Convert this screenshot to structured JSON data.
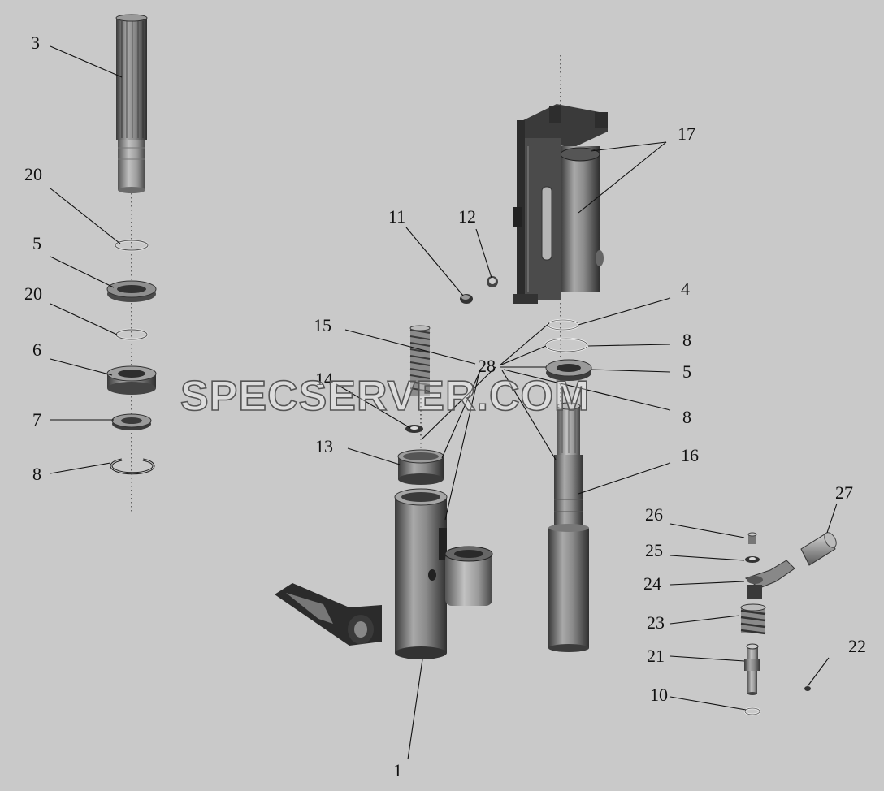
{
  "watermark": "SPECSERVER.COM",
  "callouts": {
    "c1": "1",
    "c3": "3",
    "c4": "4",
    "c5a": "5",
    "c5b": "5",
    "c6": "6",
    "c7": "7",
    "c8a": "8",
    "c8b": "8",
    "c8c": "8",
    "c10": "10",
    "c11": "11",
    "c12": "12",
    "c13": "13",
    "c14": "14",
    "c15": "15",
    "c16": "16",
    "c17": "17",
    "c20a": "20",
    "c20b": "20",
    "c21": "21",
    "c22": "22",
    "c23": "23",
    "c24": "24",
    "c25": "25",
    "c26": "26",
    "c27": "27",
    "c28": "28"
  },
  "colors": {
    "background": "#c9c9c9",
    "part_light": "#a8a8a8",
    "part_mid": "#6f6f6f",
    "part_dark": "#2e2e2e",
    "ink": "#111111"
  }
}
